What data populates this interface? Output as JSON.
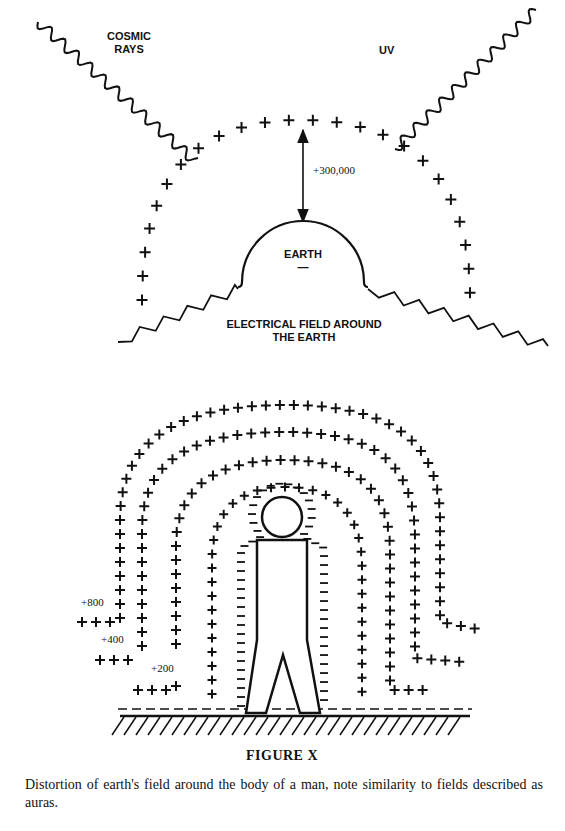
{
  "diagram": {
    "caption": "Distortion of earth's field around the body of a man, note similarity to fields described as auras.",
    "nodes": [
      {
        "text": [
          "EARTH",
          "—"
        ]
      }
    ],
    "labels": [
      "COSMIC RAYS",
      "UV",
      "+300,000",
      "ELECTRICAL FIELD AROUND THE EARTH",
      "+800",
      "+400",
      "+200",
      "FIGURE X"
    ]
  }
}
